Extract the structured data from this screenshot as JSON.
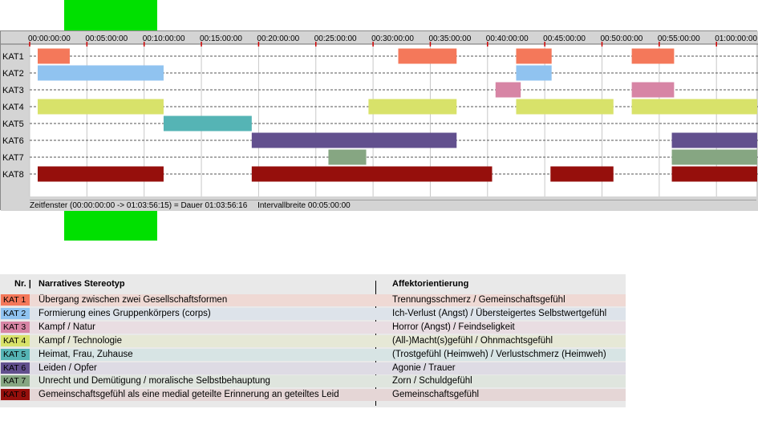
{
  "colors": {
    "KAT1": "#f4785a",
    "KAT2": "#90c3f0",
    "KAT3": "#d785a5",
    "KAT4": "#d8e26a",
    "KAT5": "#55b4b5",
    "KAT6": "#62508e",
    "KAT7": "#86a682",
    "KAT8": "#960f0c",
    "highlight": "#00e000"
  },
  "chart_data": {
    "type": "timeline",
    "x_unit": "minutes",
    "xlim": [
      0,
      64
    ],
    "tick_labels": [
      "00:00:00:00",
      "00:05:00:00",
      "00:10:00:00",
      "00:15:00:00",
      "00:20:00:00",
      "00:25:00:00",
      "00:30:00:00",
      "00:35:00:00",
      "00:40:00:00",
      "00:45:00:00",
      "00:50:00:00",
      "00:55:00:00",
      "01:00:00:00"
    ],
    "tick_values": [
      0,
      5,
      10,
      15,
      20,
      25,
      30,
      35,
      40,
      45,
      50,
      55,
      60
    ],
    "highlight_window": [
      3.3,
      11.5
    ],
    "categories": [
      "KAT1",
      "KAT2",
      "KAT3",
      "KAT4",
      "KAT5",
      "KAT6",
      "KAT7",
      "KAT8"
    ],
    "series": [
      {
        "name": "KAT1",
        "intervals": [
          [
            0.7,
            3.5
          ],
          [
            32.2,
            37.3
          ],
          [
            42.5,
            45.6
          ],
          [
            52.6,
            56.3
          ]
        ]
      },
      {
        "name": "KAT2",
        "intervals": [
          [
            0.7,
            11.7
          ],
          [
            42.5,
            45.6
          ]
        ]
      },
      {
        "name": "KAT3",
        "intervals": [
          [
            40.7,
            42.9
          ],
          [
            52.6,
            56.3
          ]
        ]
      },
      {
        "name": "KAT4",
        "intervals": [
          [
            0.7,
            11.7
          ],
          [
            29.6,
            37.3
          ],
          [
            42.5,
            51.0
          ],
          [
            52.6,
            64.0
          ]
        ]
      },
      {
        "name": "KAT5",
        "intervals": [
          [
            11.7,
            19.4
          ]
        ]
      },
      {
        "name": "KAT6",
        "intervals": [
          [
            19.4,
            37.3
          ],
          [
            56.1,
            64.0
          ]
        ]
      },
      {
        "name": "KAT7",
        "intervals": [
          [
            26.1,
            29.4
          ],
          [
            56.1,
            64.0
          ]
        ]
      },
      {
        "name": "KAT8",
        "intervals": [
          [
            0.7,
            11.7
          ],
          [
            19.4,
            40.4
          ],
          [
            45.5,
            51.0
          ],
          [
            56.1,
            64.0
          ]
        ]
      }
    ],
    "status": {
      "window": "Zeitfenster (00:00:00:00 -> 01:03:56:15) = Dauer 01:03:56:16",
      "interval": "Intervallbreite 00:05:00:00"
    }
  },
  "legend": {
    "col_nr": "Nr. |",
    "col_narrative": "Narratives Stereotyp",
    "col_affect": "Affektorientierung",
    "rows": [
      {
        "nr": "KAT 1",
        "narrative": "Übergang zwischen zwei Gesellschaftsformen",
        "affect": "Trennungsschmerz / Gemeinschaftsgefühl",
        "color": "#f4785a",
        "tint": "#efd9d4"
      },
      {
        "nr": "KAT 2",
        "narrative": "Formierung eines Gruppenkörpers (corps)",
        "affect": "Ich-Verlust (Angst) / Übersteigertes Selbstwertgefühl",
        "color": "#90c3f0",
        "tint": "#dde3ea"
      },
      {
        "nr": "KAT 3",
        "narrative": "Kampf / Natur",
        "affect": "Horror (Angst) / Feindseligkeit",
        "color": "#d785a5",
        "tint": "#e9dde2"
      },
      {
        "nr": "KAT 4",
        "narrative": "Kampf / Technologie",
        "affect": "(All-)Macht(s)gefühl / Ohnmachtsgefühl",
        "color": "#d8e26a",
        "tint": "#e6e8d6"
      },
      {
        "nr": "KAT 5",
        "narrative": "Heimat, Frau, Zuhause",
        "affect": "(Trostgefühl (Heimweh) / Verlustschmerz (Heimweh)",
        "color": "#55b4b5",
        "tint": "#d7e4e4"
      },
      {
        "nr": "KAT 6",
        "narrative": "Leiden / Opfer",
        "affect": "Agonie / Trauer",
        "color": "#62508e",
        "tint": "#dedbe4"
      },
      {
        "nr": "KAT 7",
        "narrative": "Unrecht und Demütigung / moralische Selbstbehauptung",
        "affect": "Zorn / Schuldgefühl",
        "color": "#86a682",
        "tint": "#dfe5de"
      },
      {
        "nr": "KAT 8",
        "narrative": "Gemeinschaftsgefühl als eine medial geteilte Erinnerung an geteiltes Leid",
        "affect": "Gemeinschaftsgefühl",
        "color": "#960f0c",
        "tint": "#e5d6d6"
      }
    ]
  }
}
